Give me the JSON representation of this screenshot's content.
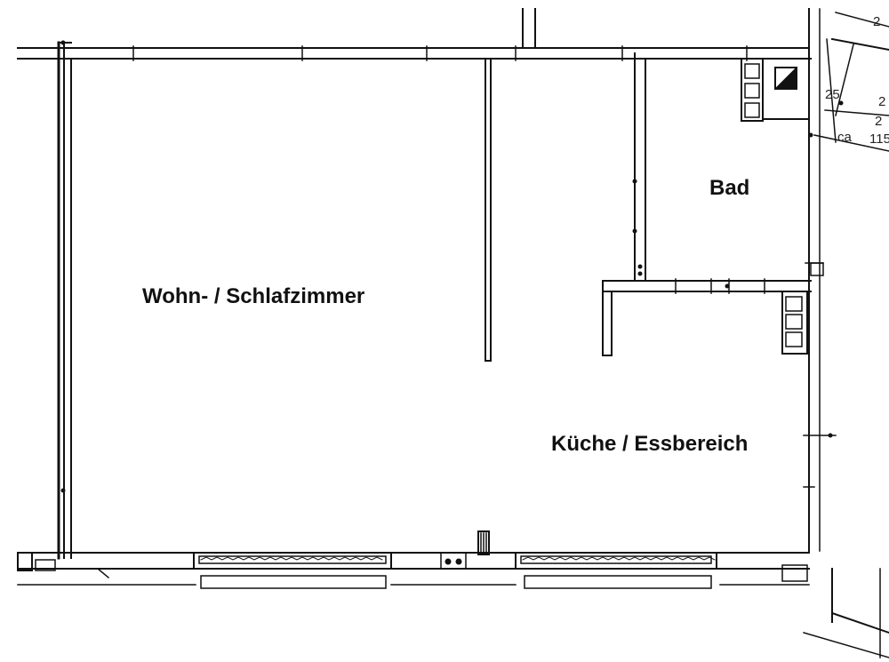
{
  "rooms": {
    "living": "Wohn- / Schlafzimmer",
    "bath": "Bad",
    "kitchen": "Küche / Essbereich"
  },
  "dimensions": {
    "d1": "2",
    "d2": "25",
    "d3": "2",
    "d4": "2",
    "d5": "ca",
    "d6": "115"
  },
  "colors": {
    "ink": "#111111",
    "paper": "#ffffff",
    "gray": "#555555"
  }
}
